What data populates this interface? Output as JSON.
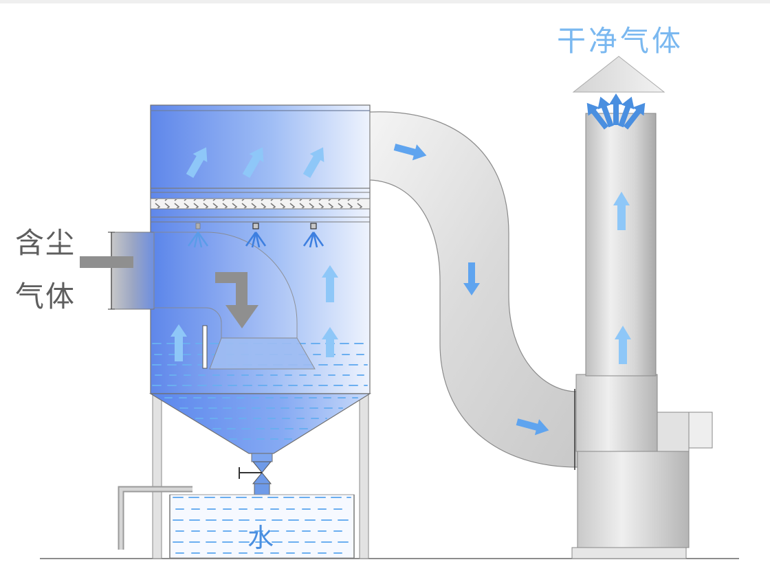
{
  "labels": {
    "inlet_line1": "含尘",
    "inlet_line2": "气体",
    "outlet": "干净气体",
    "water": "水"
  },
  "colors": {
    "label_gray": "#5e5e5e",
    "label_blue": "#7ab8f0",
    "water_blue": "#6aaef0",
    "arrow_blue": "#8ec7f8",
    "arrow_blue_dark": "#4a8fe0",
    "gray_arrow": "#8f8f8f",
    "duct_gray": "#d9d9d9"
  }
}
